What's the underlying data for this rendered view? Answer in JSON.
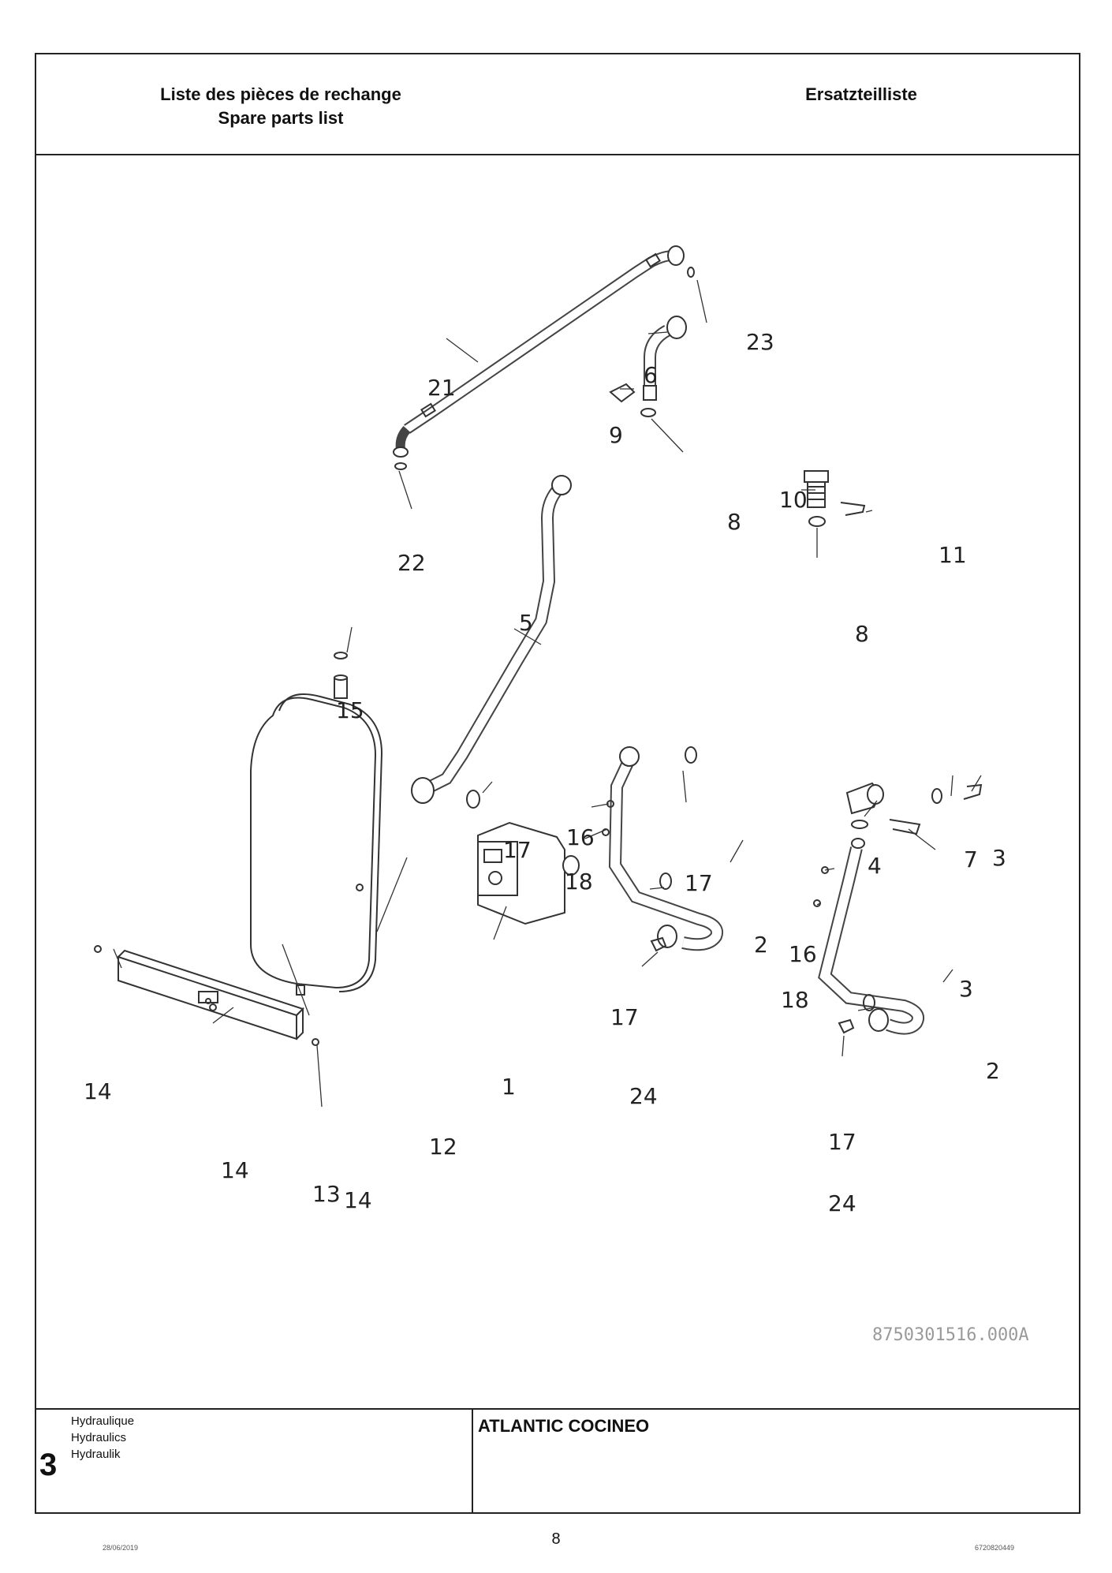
{
  "header": {
    "left_line1": "Liste des pièces de rechange",
    "left_line2": "Spare parts list",
    "right": "Ersatzteilliste"
  },
  "drawing": {
    "drawing_id": "8750301516.000A",
    "callouts": [
      "1",
      "2",
      "2",
      "3",
      "3",
      "4",
      "5",
      "6",
      "7",
      "8",
      "8",
      "9",
      "10",
      "11",
      "12",
      "13",
      "14",
      "14",
      "14",
      "15",
      "16",
      "16",
      "17",
      "17",
      "17",
      "17",
      "18",
      "18",
      "21",
      "22",
      "23",
      "24",
      "24"
    ]
  },
  "footer": {
    "section_number": "3",
    "section_labels": [
      "Hydraulique",
      "Hydraulics",
      "Hydraulik"
    ],
    "product": "ATLANTIC COCINEO"
  },
  "page": {
    "number": "8",
    "date": "28/06/2019",
    "reference": "6720820449"
  }
}
